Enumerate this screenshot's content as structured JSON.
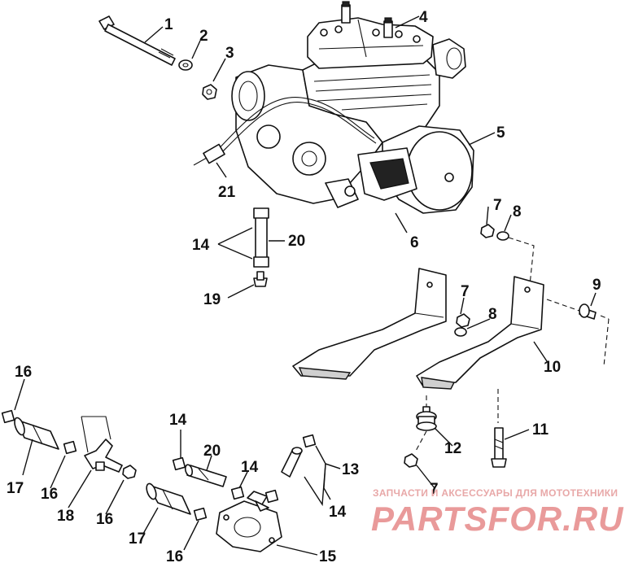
{
  "callouts": [
    {
      "id": "c1",
      "text": "1"
    },
    {
      "id": "c2",
      "text": "2"
    },
    {
      "id": "c3",
      "text": "3"
    },
    {
      "id": "c4",
      "text": "4"
    },
    {
      "id": "c5",
      "text": "5"
    },
    {
      "id": "c6",
      "text": "6"
    },
    {
      "id": "c7a",
      "text": "7"
    },
    {
      "id": "c8a",
      "text": "8"
    },
    {
      "id": "c7b",
      "text": "7"
    },
    {
      "id": "c8b",
      "text": "8"
    },
    {
      "id": "c9",
      "text": "9"
    },
    {
      "id": "c10",
      "text": "10"
    },
    {
      "id": "c11",
      "text": "11"
    },
    {
      "id": "c12",
      "text": "12"
    },
    {
      "id": "c7c",
      "text": "7"
    },
    {
      "id": "c13",
      "text": "13"
    },
    {
      "id": "c14a",
      "text": "14"
    },
    {
      "id": "c14b",
      "text": "14"
    },
    {
      "id": "c14c",
      "text": "14"
    },
    {
      "id": "c14d",
      "text": "14"
    },
    {
      "id": "c15",
      "text": "15"
    },
    {
      "id": "c16a",
      "text": "16"
    },
    {
      "id": "c16b",
      "text": "16"
    },
    {
      "id": "c16c",
      "text": "16"
    },
    {
      "id": "c16d",
      "text": "16"
    },
    {
      "id": "c17a",
      "text": "17"
    },
    {
      "id": "c17b",
      "text": "17"
    },
    {
      "id": "c18",
      "text": "18"
    },
    {
      "id": "c19",
      "text": "19"
    },
    {
      "id": "c20a",
      "text": "20"
    },
    {
      "id": "c20b",
      "text": "20"
    },
    {
      "id": "c21",
      "text": "21"
    }
  ],
  "watermark": {
    "tagline": "ЗАПЧАСТИ И АКСЕССУАРЫ ДЛЯ МОТОТЕХНИКИ",
    "logo": "PARTSFOR.RU"
  }
}
